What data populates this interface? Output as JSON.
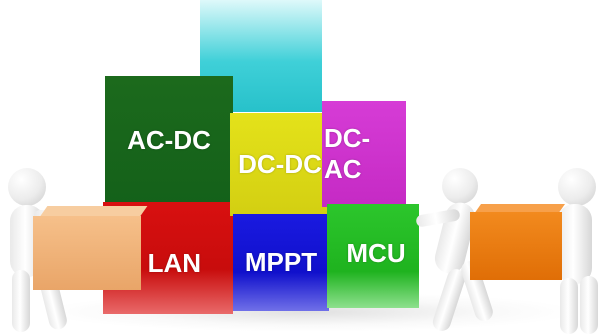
{
  "blocks": {
    "ac_dc": "AC-DC",
    "dc_dc": "DC-DC",
    "dc_ac": "DC-AC",
    "lan": "LAN",
    "mppt": "MPPT",
    "mcu": "MCU"
  },
  "colors": {
    "ac_dc": "#1c6a1c",
    "dc_dc": "#e4e21a",
    "dc_ac": "#d63cd6",
    "lan": "#d81010",
    "mppt": "#1a1ae0",
    "mcu": "#2cc62c",
    "top_block": "#3fd0d8",
    "left_box": "#f2b77e",
    "right_box": "#f07a10"
  }
}
